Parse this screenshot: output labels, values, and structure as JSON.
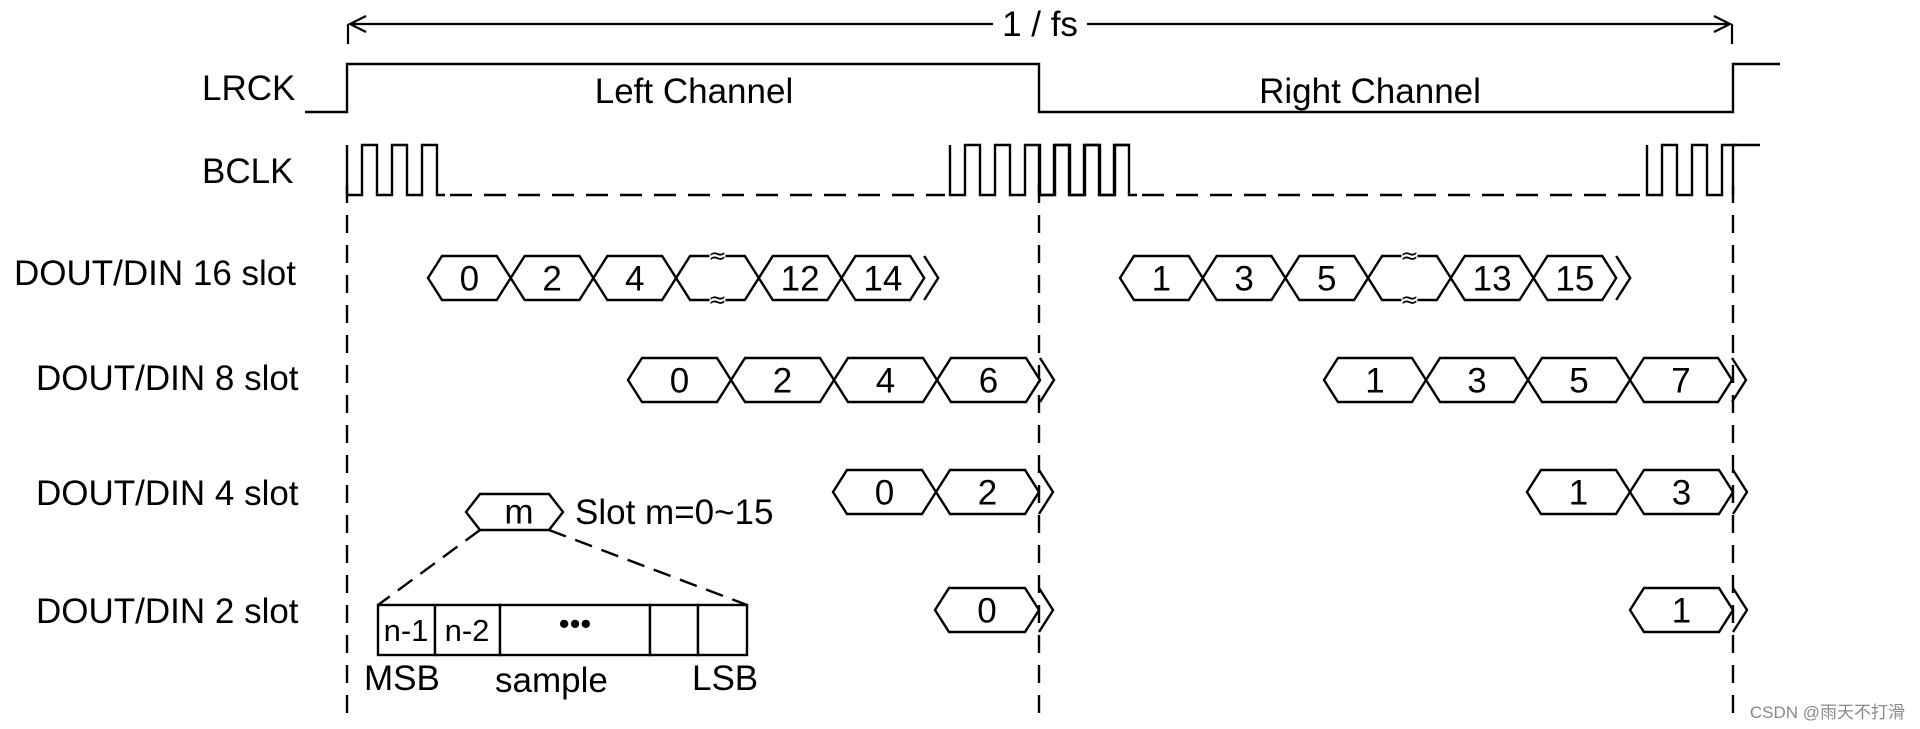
{
  "period_label": "1 / fs",
  "signals": {
    "lrck": "LRCK",
    "bclk": "BCLK",
    "slot16": "DOUT/DIN 16 slot",
    "slot8": "DOUT/DIN 8 slot",
    "slot4": "DOUT/DIN 4 slot",
    "slot2": "DOUT/DIN 2 slot"
  },
  "channels": {
    "left": "Left Channel",
    "right": "Right Channel"
  },
  "slots": {
    "slot16_left": [
      "0",
      "2",
      "4",
      "12",
      "14"
    ],
    "slot16_right": [
      "1",
      "3",
      "5",
      "13",
      "15"
    ],
    "slot8_left": [
      "0",
      "2",
      "4",
      "6"
    ],
    "slot8_right": [
      "1",
      "3",
      "5",
      "7"
    ],
    "slot4_left": [
      "0",
      "2"
    ],
    "slot4_right": [
      "1",
      "3"
    ],
    "slot2_left": [
      "0"
    ],
    "slot2_right": [
      "1"
    ]
  },
  "legend": {
    "slot_symbol": "m",
    "slot_desc": "Slot m=0~15",
    "bits": [
      "n-1",
      "n-2",
      "•••"
    ],
    "msb": "MSB",
    "sample": "sample",
    "lsb": "LSB"
  },
  "watermark": "CSDN @雨天不打滑"
}
